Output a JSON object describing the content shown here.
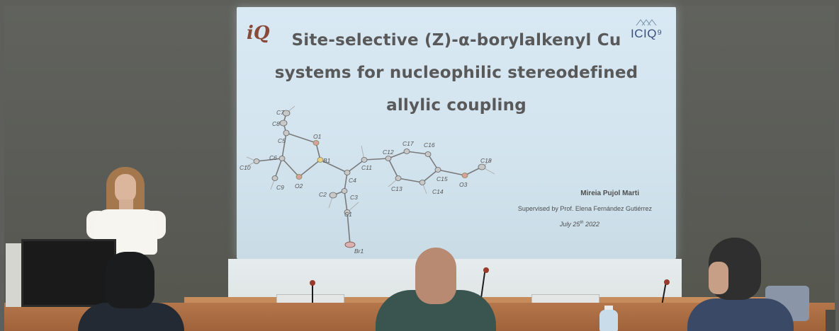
{
  "slide": {
    "title_lines": [
      "Site-selective (Z)-α-borylalkenyl Cu",
      "systems for nucleophilic stereodefined",
      "allylic coupling"
    ],
    "logo_left_text": "iQ",
    "logo_right_text": "ICIQ⁹",
    "author": "Mireia Pujol Marti",
    "supervisor": "Supervised by Prof. Elena Fernández Gutiérrez",
    "date_prefix": "July 25",
    "date_suffix_sup": "th",
    "date_year": " 2022"
  },
  "molecule": {
    "atom_labels": [
      "C7",
      "C8",
      "C5",
      "O1",
      "C6",
      "B1",
      "C11",
      "C12",
      "C17",
      "C16",
      "C18",
      "C10",
      "O2",
      "C4",
      "C13",
      "C14",
      "C15",
      "O3",
      "C9",
      "C2",
      "C3",
      "C1",
      "Br1"
    ]
  },
  "colors": {
    "slide_background": "#d6e7f2",
    "title_text": "#595959",
    "wall": "#5e5f5a",
    "desk": "#a86a40"
  }
}
